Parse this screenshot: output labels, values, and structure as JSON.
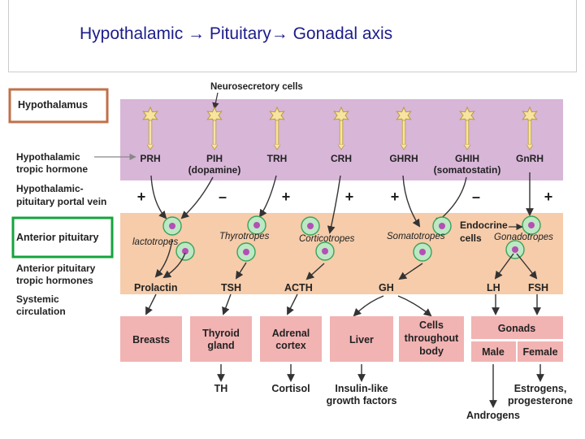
{
  "slide_title": "Hypothalamic → Pituitary→ Gonadal axis",
  "neurosecretory_label": "Neurosecretory cells",
  "left_labels": {
    "hypothalamus": "Hypothalamus",
    "tropic_1": "Hypothalamic",
    "tropic_2": "tropic hormone",
    "portal_1": "Hypothalamic-",
    "portal_2": "pituitary portal vein",
    "anterior_pituitary": "Anterior pituitary",
    "ant_tropic_1": "Anterior pituitary",
    "ant_tropic_2": "tropic hormones",
    "systemic_1": "Systemic",
    "systemic_2": "circulation"
  },
  "releasing_hormones": [
    {
      "name": "PRH",
      "sub": "",
      "sign": "+"
    },
    {
      "name": "PIH",
      "sub": "(dopamine)",
      "sign": "–"
    },
    {
      "name": "TRH",
      "sub": "",
      "sign": "+"
    },
    {
      "name": "CRH",
      "sub": "",
      "sign": "+"
    },
    {
      "name": "GHRH",
      "sub": "",
      "sign": "+"
    },
    {
      "name": "GHIH",
      "sub": "(somatostatin)",
      "sign": "–"
    },
    {
      "name": "GnRH",
      "sub": "",
      "sign": "+"
    }
  ],
  "cell_labels": {
    "lactotropes": "lactotropes",
    "thyrotropes": "Thyrotropes",
    "corticotropes": "Corticotropes",
    "somatotropes": "Somatotropes",
    "gonadotropes": "Gonadotropes",
    "endocrine_1": "Endocrine",
    "endocrine_2": "cells"
  },
  "pituitary_hormones": {
    "prolactin": "Prolactin",
    "tsh": "TSH",
    "acth": "ACTH",
    "gh": "GH",
    "lh": "LH",
    "fsh": "FSH"
  },
  "targets": {
    "breasts": "Breasts",
    "thyroid_1": "Thyroid",
    "thyroid_2": "gland",
    "adrenal_1": "Adrenal",
    "adrenal_2": "cortex",
    "liver": "Liver",
    "cells_1": "Cells",
    "cells_2": "throughout",
    "cells_3": "body",
    "gonads": "Gonads",
    "male": "Male",
    "female": "Female"
  },
  "products": {
    "th": "TH",
    "cortisol": "Cortisol",
    "igf_1": "Insulin-like",
    "igf_2": "growth factors",
    "estrogens_1": "Estrogens,",
    "estrogens_2": "progesterone",
    "androgens": "Androgens"
  },
  "colors": {
    "title": "#1c1c8c",
    "hypothalamus_band": "#d8b6d8",
    "pituitary_band": "#f6ccaa",
    "target_box": "#f2b3b3",
    "cell_fill": "#bde8c4",
    "cell_stroke": "#3aa35a",
    "cell_nucleus": "#b44fb4",
    "neuron": "#f7e4a0",
    "hypothalamus_box": "#c0704a",
    "pituitary_box": "#16a33c"
  }
}
